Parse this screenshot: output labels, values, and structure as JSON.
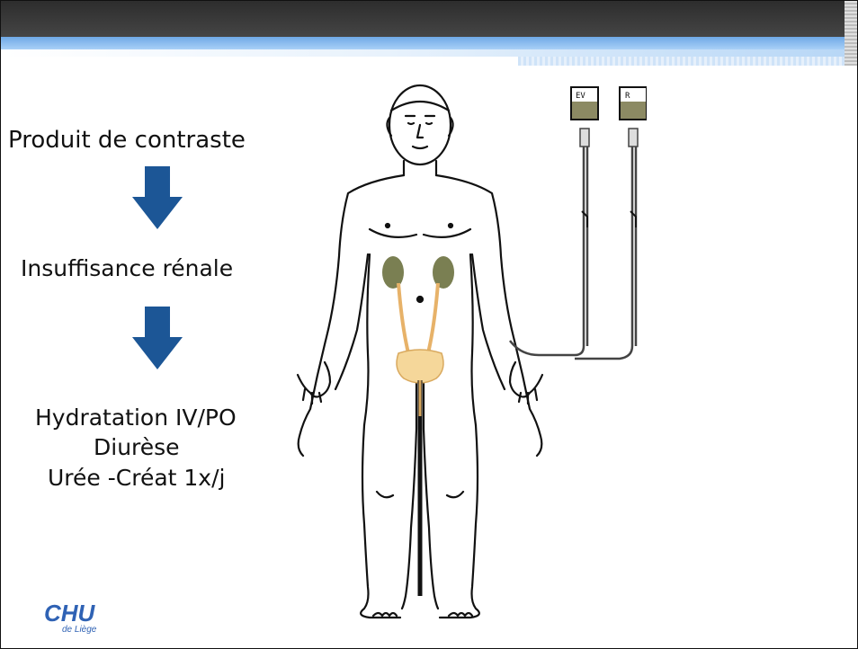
{
  "flow": {
    "step1": "Produit de contraste",
    "step2": "Insuffisance rénale",
    "step3": [
      "Hydratation IV/PO",
      "Diurèse",
      "Urée -Créat 1x/j"
    ]
  },
  "bags": {
    "left_label": "EV",
    "right_label": "R"
  },
  "logo": {
    "name": "CHU",
    "subtitle": "de Liège"
  },
  "colors": {
    "arrow": "#1c5696",
    "kidney": "#7a7f52",
    "ureter": "#e7b269",
    "bladder": "#f5d79a",
    "header_blue": "#6fa9e6"
  }
}
